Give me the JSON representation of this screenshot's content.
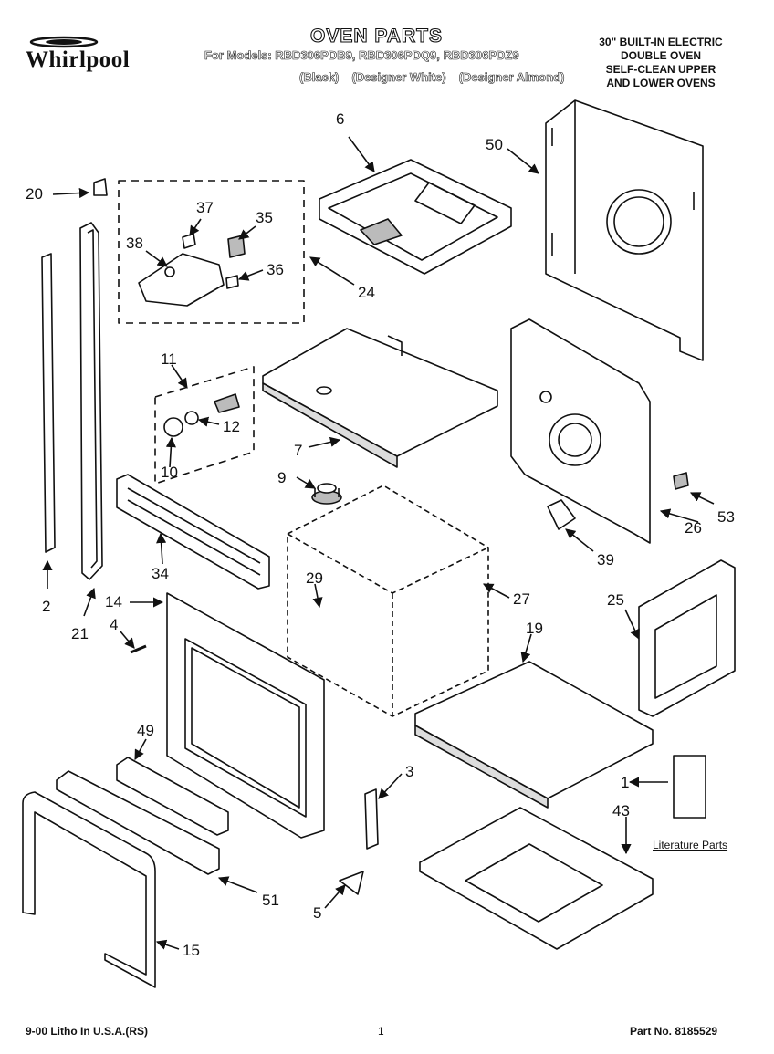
{
  "header": {
    "brand": "Whirlpool",
    "title": "OVEN PARTS",
    "models_line": "For Models: RBD306PDB9, RBD306PDQ9, RBD306PDZ9",
    "variants": [
      "(Black)",
      "(Designer White)",
      "(Designer Almond)"
    ],
    "description": [
      "30\" BUILT-IN ELECTRIC",
      "DOUBLE OVEN",
      "SELF-CLEAN UPPER",
      "AND LOWER OVENS"
    ]
  },
  "callouts": {
    "n6": "6",
    "n50": "50",
    "n20": "20",
    "n37": "37",
    "n35": "35",
    "n38": "38",
    "n36": "36",
    "n24": "24",
    "n11": "11",
    "n12": "12",
    "n10": "10",
    "n7": "7",
    "n9": "9",
    "n26": "26",
    "n53": "53",
    "n39": "39",
    "n34": "34",
    "n2": "2",
    "n21": "21",
    "n14": "14",
    "n4": "4",
    "n29": "29",
    "n27": "27",
    "n25": "25",
    "n19": "19",
    "n49": "49",
    "n3": "3",
    "n1": "1",
    "n43": "43",
    "n51": "51",
    "n5": "5",
    "n15": "15"
  },
  "literature_label": "Literature Parts",
  "footer": {
    "litho": "9-00 Litho In U.S.A.(RS)",
    "page": "1",
    "part_no": "Part No. 8185529"
  }
}
